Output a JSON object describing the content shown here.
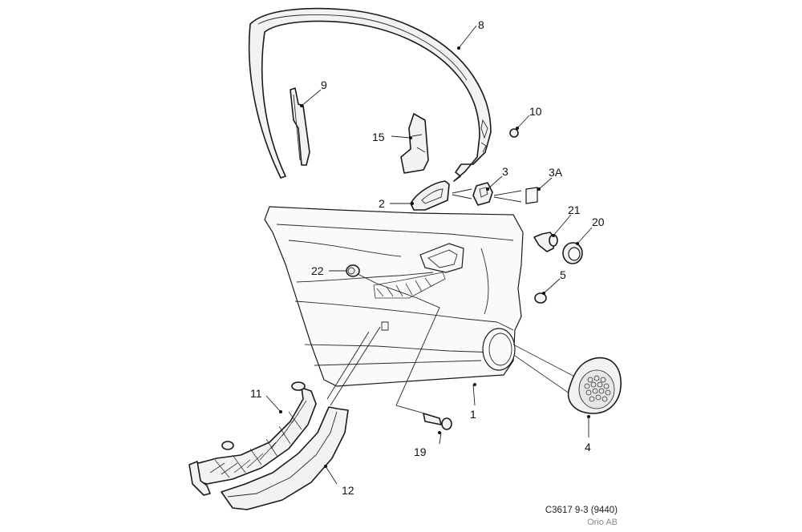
{
  "callouts": {
    "c1": "1",
    "c2": "2",
    "c3": "3",
    "c3a": "3A",
    "c4": "4",
    "c5": "5",
    "c8": "8",
    "c9": "9",
    "c10": "10",
    "c11": "11",
    "c12": "12",
    "c15": "15",
    "c19": "19",
    "c20": "20",
    "c21": "21",
    "c22": "22"
  },
  "caption": {
    "code": "C3617 9-3 (9440)",
    "credit": "Orio AB"
  }
}
